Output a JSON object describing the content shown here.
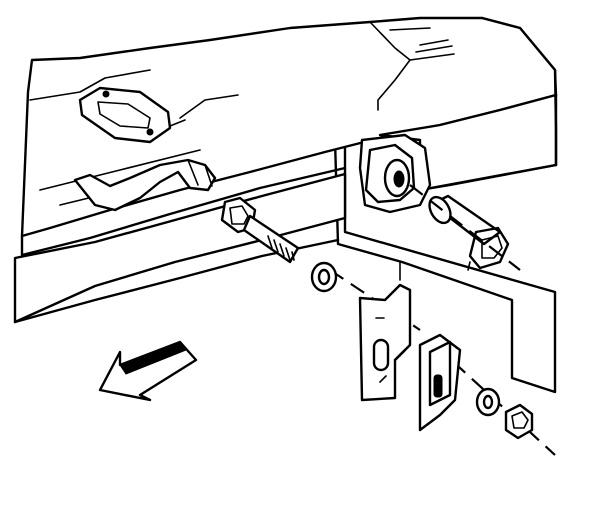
{
  "diagram": {
    "parts": [
      "frame-rail",
      "mounting-bracket",
      "bushing-eye",
      "bushing-sleeve",
      "bolt",
      "washer",
      "hanger-bracket",
      "washer",
      "nut",
      "direction-arrow"
    ],
    "colors": {
      "line": "#000000",
      "background": "#ffffff"
    }
  }
}
